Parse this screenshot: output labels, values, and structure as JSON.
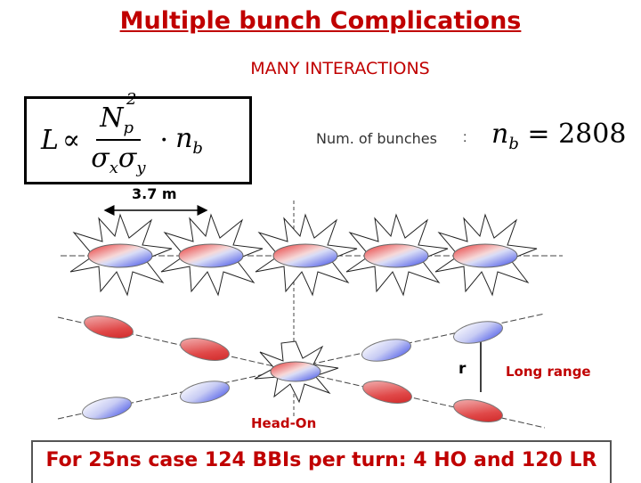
{
  "title": "Multiple bunch Complications",
  "subtitle": "MANY INTERACTIONS",
  "formula": {
    "L": "L",
    "prop": "∝",
    "N": "N",
    "p": "p",
    "exp": "2",
    "sigma": "σ",
    "x": "x",
    "y": "y",
    "dot": "·",
    "n": "n",
    "b": "b"
  },
  "bunches_label": "Num. of bunches",
  "colon": ":",
  "nb_value": "2808",
  "spacing_label": "3.7 m",
  "separation_label": "r",
  "long_range_label": "Long range",
  "head_on_label": "Head-On",
  "footer_text": "For 25ns case 124 BBIs per turn: 4 HO and 120 LR",
  "colors": {
    "accent": "#c00000",
    "bunch_red": "#e02020",
    "bunch_blue": "#3040e0"
  }
}
